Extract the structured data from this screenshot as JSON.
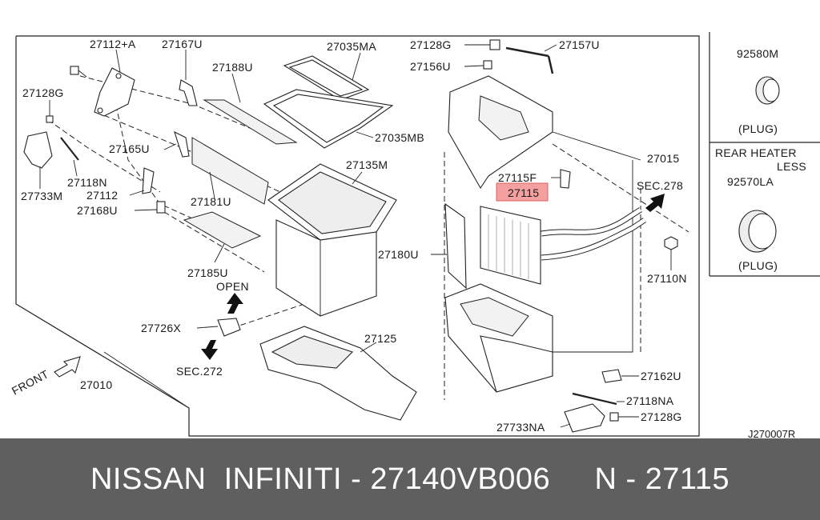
{
  "labels": {
    "p27112A": "27112+A",
    "p27167U": "27167U",
    "p27035MA": "27035MA",
    "p27128G_top": "27128G",
    "p27157U": "27157U",
    "p27156U": "27156U",
    "p92580M": "92580M",
    "p27128G_left": "27128G",
    "p27188U": "27188U",
    "p27035MB": "27035MB",
    "p27015": "27015",
    "p27165U": "27165U",
    "p27118N": "27118N",
    "p27733M": "27733M",
    "p27112": "27112",
    "p27168U": "27168U",
    "p27181U": "27181U",
    "p27135M": "27135M",
    "p27115F": "27115F",
    "p27115": "27115",
    "sec278": "SEC.278",
    "p92570LA": "92570LA",
    "p27180U": "27180U",
    "p27110N": "27110N",
    "p27185U": "27185U",
    "open": "OPEN",
    "p27726X": "27726X",
    "sec272": "SEC.272",
    "p27125": "27125",
    "front": "FRONT",
    "p27010": "27010",
    "p27162U": "27162U",
    "p27118NA": "27118NA",
    "p27128G_br": "27128G",
    "p27733NA": "27733NA",
    "ref_code": "J270007R"
  },
  "side_panel": {
    "plug_label_1": "(PLUG)",
    "rear_heater_line1": "REAR HEATER",
    "rear_heater_line2": "LESS",
    "plug_label_2": "(PLUG)"
  },
  "footer": {
    "text": "NISSAN  INFINITI - 27140VB006     N - 27115"
  },
  "colors": {
    "highlight_fill": "#f4a0a0",
    "highlight_border": "#e06060",
    "footer_bg": "#5f5f5f",
    "footer_text": "#ffffff"
  }
}
